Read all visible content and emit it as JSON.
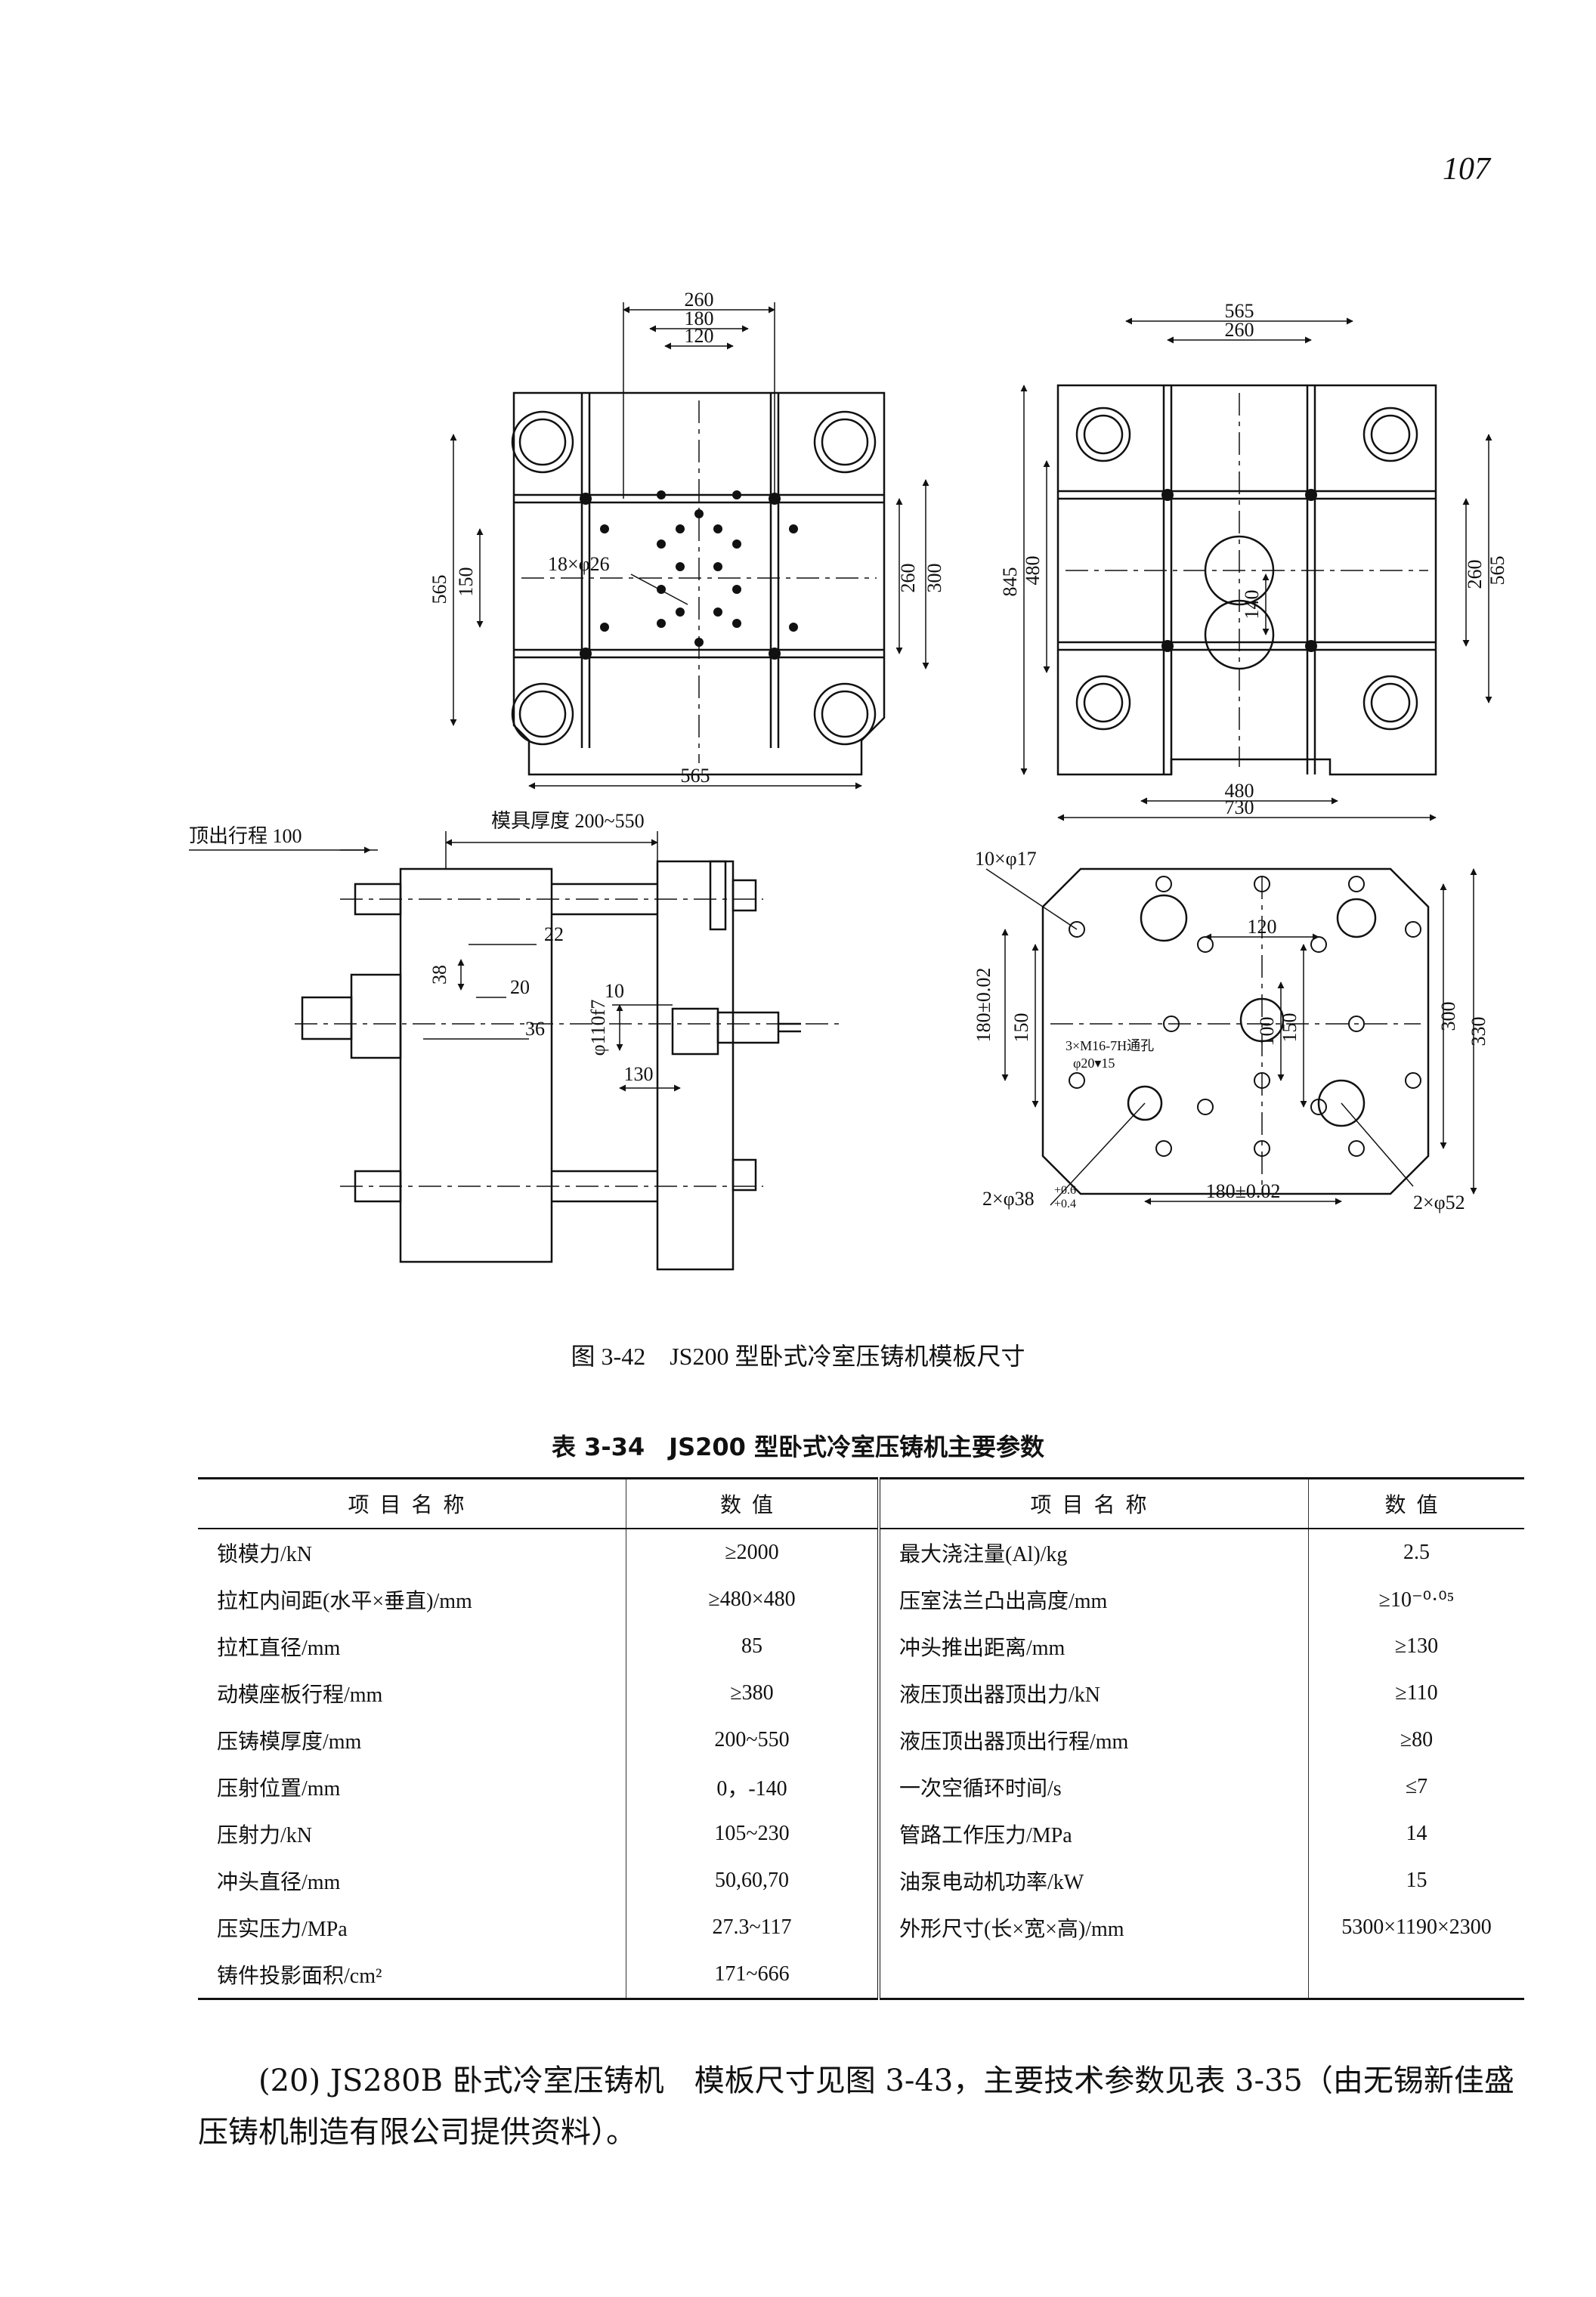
{
  "page_number": "107",
  "figure": {
    "top_left": {
      "dims": [
        "260",
        "180",
        "120",
        "565",
        "150",
        "260",
        "300",
        "565"
      ],
      "hole_label": "18×φ26"
    },
    "top_right": {
      "dims": [
        "565",
        "260",
        "845",
        "480",
        "140",
        "260",
        "565",
        "480",
        "730"
      ]
    },
    "bottom_left": {
      "eject_stroke": "顶出行程 100",
      "mold_thickness": "模具厚度 200~550",
      "dims": [
        "22",
        "38",
        "20",
        "36",
        "10",
        "130"
      ],
      "bore": "φ110f7"
    },
    "bottom_right": {
      "hole_label": "10×φ17",
      "dims": [
        "120",
        "180±0.02",
        "150",
        "100",
        "150",
        "300",
        "330",
        "180±0.02"
      ],
      "thread_label": "3×M16-7H通孔",
      "thread_sub": "φ20▾15",
      "bore_small": "2×φ38",
      "tol_upper": "+0.6",
      "tol_lower": "+0.4",
      "bore_large": "2×φ52"
    }
  },
  "figure_caption": "图 3-42　JS200 型卧式冷室压铸机模板尺寸",
  "table": {
    "title": "表 3-34　JS200 型卧式冷室压铸机主要参数",
    "headers": [
      "项目名称",
      "数值",
      "项目名称",
      "数值"
    ],
    "rows": [
      [
        "锁模力/kN",
        "≥2000",
        "最大浇注量(Al)/kg",
        "2.5"
      ],
      [
        "拉杠内间距(水平×垂直)/mm",
        "≥480×480",
        "压室法兰凸出高度/mm",
        "≥10⁻⁰·⁰⁵"
      ],
      [
        "拉杠直径/mm",
        "85",
        "冲头推出距离/mm",
        "≥130"
      ],
      [
        "动模座板行程/mm",
        "≥380",
        "液压顶出器顶出力/kN",
        "≥110"
      ],
      [
        "压铸模厚度/mm",
        "200~550",
        "液压顶出器顶出行程/mm",
        "≥80"
      ],
      [
        "压射位置/mm",
        "0，-140",
        "一次空循环时间/s",
        "≤7"
      ],
      [
        "压射力/kN",
        "105~230",
        "管路工作压力/MPa",
        "14"
      ],
      [
        "冲头直径/mm",
        "50,60,70",
        "油泵电动机功率/kW",
        "15"
      ],
      [
        "压实压力/MPa",
        "27.3~117",
        "外形尺寸(长×宽×高)/mm",
        "5300×1190×2300"
      ],
      [
        "铸件投影面积/cm²",
        "171~666",
        "",
        ""
      ]
    ]
  },
  "paragraph": "(20) JS280B 卧式冷室压铸机　模板尺寸见图 3-43，主要技术参数见表 3-35（由无锡新佳盛压铸机制造有限公司提供资料）。"
}
